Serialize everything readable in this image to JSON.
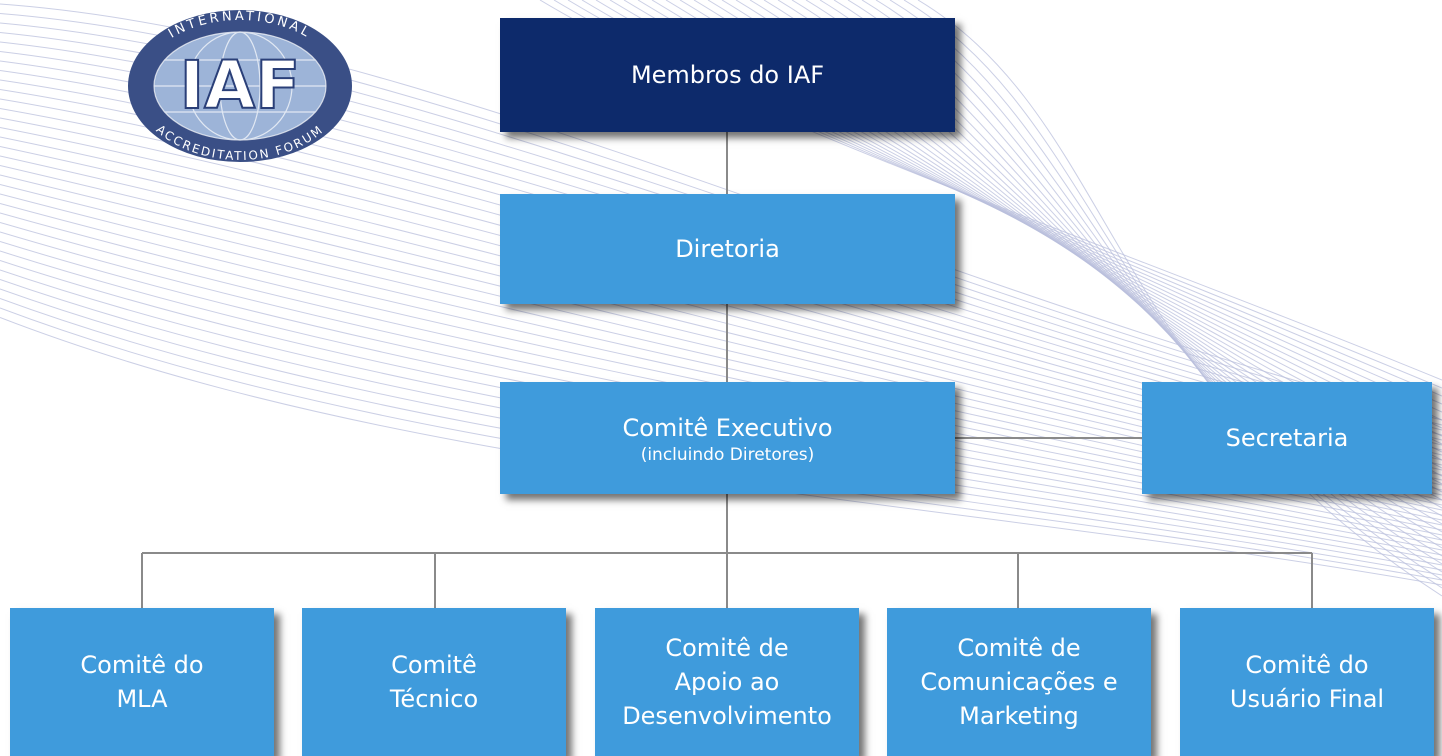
{
  "logo": {
    "acronym": "IAF",
    "ring_top": "INTERNATIONAL",
    "ring_bottom": "ACCREDITATION FORUM"
  },
  "nodes": {
    "membros": {
      "label": "Membros do IAF"
    },
    "diretoria": {
      "label": "Diretoria"
    },
    "executivo": {
      "label": "Comitê Executivo",
      "sublabel": "(incluindo Diretores)"
    },
    "secretaria": {
      "label": "Secretaria"
    },
    "mla": {
      "label": "Comitê do\nMLA"
    },
    "tecnico": {
      "label": "Comitê\nTécnico"
    },
    "apoio": {
      "label": "Comitê de\nApoio ao\nDesenvolvimento"
    },
    "comunicacoes": {
      "label": "Comitê de\nComunicações e\nMarketing"
    },
    "usuario": {
      "label": "Comitê do\nUsuário Final"
    }
  },
  "colors": {
    "dark_box": "#0d2a6b",
    "light_box": "#3f9bdc",
    "connector": "#8a8a8a",
    "background_lines": "#b9bfdc"
  }
}
